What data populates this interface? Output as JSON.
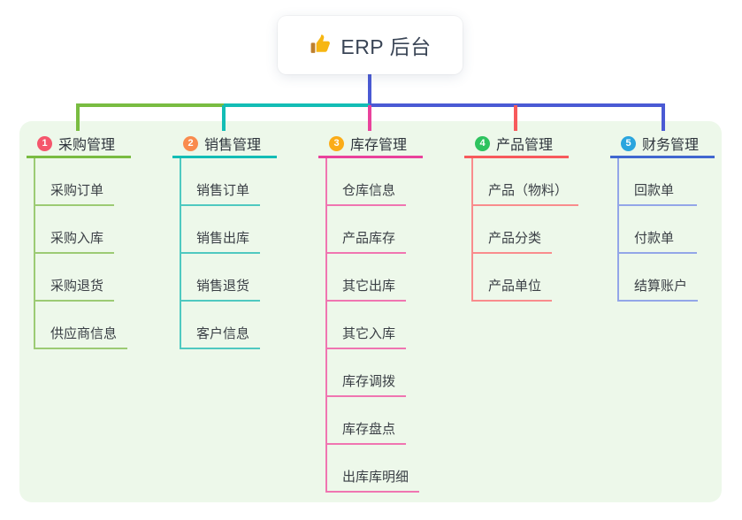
{
  "root": {
    "icon": "thumbs-up-icon",
    "label": "ERP 后台"
  },
  "colors": {
    "panel_bg": "#EDF8EA",
    "root_line": "#4A5AD4",
    "root_text": "#3A4556",
    "thumb_yellow": "#F7B612",
    "thumb_cuff": "#BE802E"
  },
  "branches": [
    {
      "index": "1",
      "label": "采购管理",
      "line_color": "#79BC41",
      "item_line_color": "#9CCB74",
      "badge_color": "#F5566C",
      "items": [
        "采购订单",
        "采购入库",
        "采购退货",
        "供应商信息"
      ]
    },
    {
      "index": "2",
      "label": "销售管理",
      "line_color": "#13BDB5",
      "item_line_color": "#4FC9C0",
      "badge_color": "#F98B4E",
      "items": [
        "销售订单",
        "销售出库",
        "销售退货",
        "客户信息"
      ]
    },
    {
      "index": "3",
      "label": "库存管理",
      "line_color": "#E9429C",
      "item_line_color": "#F075B1",
      "badge_color": "#FBAC18",
      "items": [
        "仓库信息",
        "产品库存",
        "其它出库",
        "其它入库",
        "库存调拨",
        "库存盘点",
        "出库库明细"
      ]
    },
    {
      "index": "4",
      "label": "产品管理",
      "line_color": "#F75A5C",
      "item_line_color": "#F98C8D",
      "badge_color": "#2EC35F",
      "items": [
        "产品（物料）",
        "产品分类",
        "产品单位"
      ]
    },
    {
      "index": "5",
      "label": "财务管理",
      "line_color": "#4167D0",
      "item_line_color": "#93A6E8",
      "badge_color": "#2AA5DE",
      "items": [
        "回款单",
        "付款单",
        "结算账户"
      ]
    }
  ]
}
